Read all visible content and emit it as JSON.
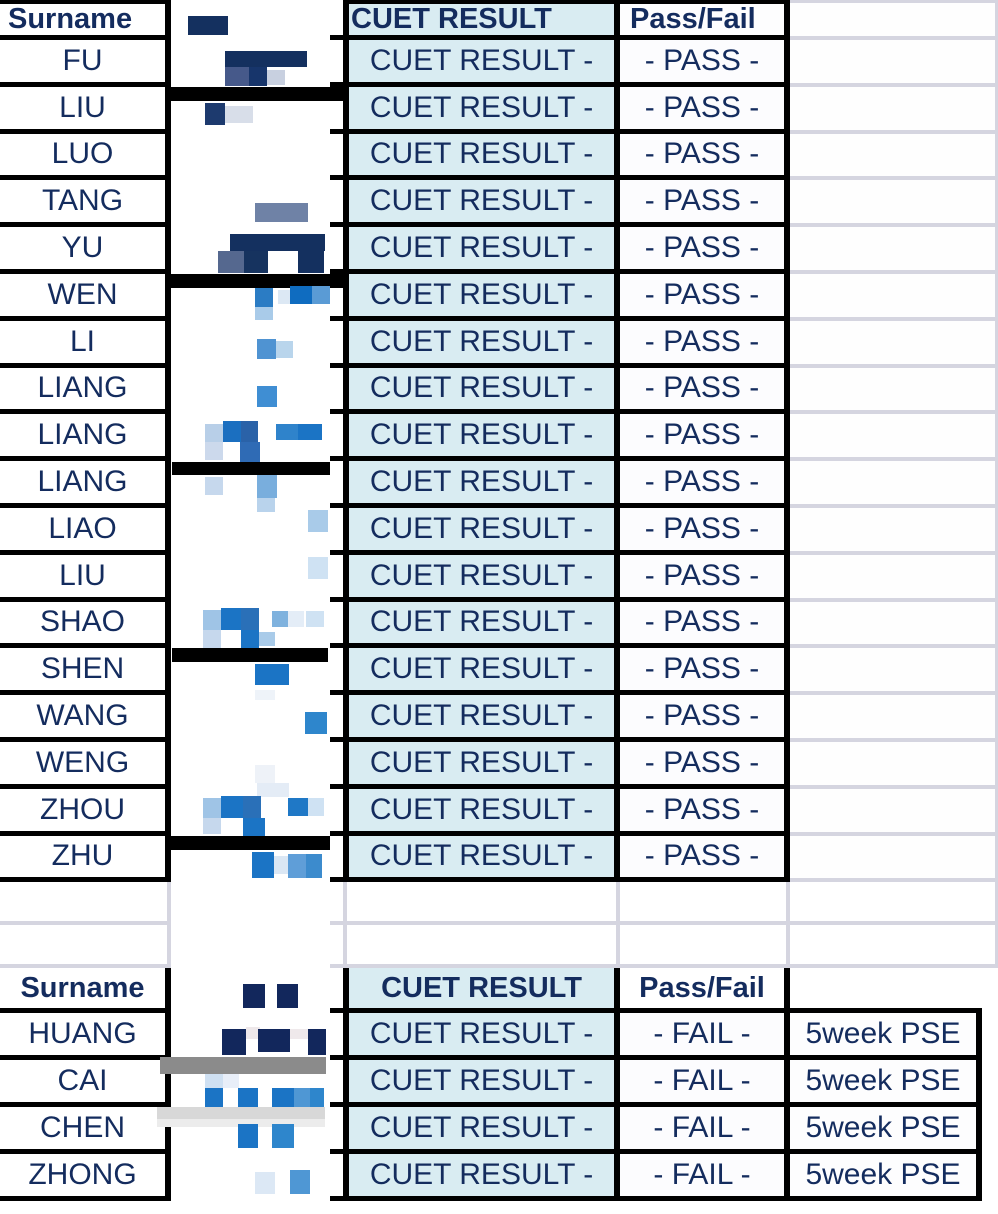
{
  "table1": {
    "header": {
      "surname": "Surname",
      "result": "CUET RESULT",
      "passfail": "Pass/Fail",
      "extra": ""
    },
    "rows": [
      {
        "surname": "FU",
        "result": "CUET RESULT -",
        "status": "- PASS -",
        "extra": ""
      },
      {
        "surname": "LIU",
        "result": "CUET RESULT -",
        "status": "- PASS -",
        "extra": ""
      },
      {
        "surname": "LUO",
        "result": "CUET RESULT -",
        "status": "- PASS -",
        "extra": ""
      },
      {
        "surname": "TANG",
        "result": "CUET RESULT -",
        "status": "- PASS -",
        "extra": ""
      },
      {
        "surname": "YU",
        "result": "CUET RESULT -",
        "status": "- PASS -",
        "extra": ""
      },
      {
        "surname": "WEN",
        "result": "CUET RESULT -",
        "status": "- PASS -",
        "extra": ""
      },
      {
        "surname": "LI",
        "result": "CUET RESULT -",
        "status": "- PASS -",
        "extra": ""
      },
      {
        "surname": "LIANG",
        "result": "CUET RESULT -",
        "status": "- PASS -",
        "extra": ""
      },
      {
        "surname": "LIANG",
        "result": "CUET RESULT -",
        "status": "- PASS -",
        "extra": ""
      },
      {
        "surname": "LIANG",
        "result": "CUET RESULT -",
        "status": "- PASS -",
        "extra": ""
      },
      {
        "surname": "LIAO",
        "result": "CUET RESULT -",
        "status": "- PASS -",
        "extra": ""
      },
      {
        "surname": "LIU",
        "result": "CUET RESULT -",
        "status": "- PASS -",
        "extra": ""
      },
      {
        "surname": "SHAO",
        "result": "CUET RESULT -",
        "status": "- PASS -",
        "extra": ""
      },
      {
        "surname": "SHEN",
        "result": "CUET RESULT -",
        "status": "- PASS -",
        "extra": ""
      },
      {
        "surname": "WANG",
        "result": "CUET RESULT -",
        "status": "- PASS -",
        "extra": ""
      },
      {
        "surname": "WENG",
        "result": "CUET RESULT -",
        "status": "- PASS -",
        "extra": ""
      },
      {
        "surname": "ZHOU",
        "result": "CUET RESULT -",
        "status": "- PASS -",
        "extra": ""
      },
      {
        "surname": "ZHU",
        "result": "CUET RESULT -",
        "status": "- PASS -",
        "extra": ""
      }
    ]
  },
  "table2": {
    "header": {
      "surname": "Surname",
      "result": "CUET RESULT",
      "passfail": "Pass/Fail",
      "extra": ""
    },
    "rows": [
      {
        "surname": "HUANG",
        "result": "CUET RESULT -",
        "status": "- FAIL -",
        "extra": "5week PSE"
      },
      {
        "surname": "CAI",
        "result": "CUET RESULT -",
        "status": "- FAIL -",
        "extra": "5week PSE"
      },
      {
        "surname": "CHEN",
        "result": "CUET RESULT -",
        "status": "- FAIL -",
        "extra": "5week PSE"
      },
      {
        "surname": "ZHONG",
        "result": "CUET RESULT -",
        "status": "- FAIL -",
        "extra": "5week PSE"
      }
    ]
  },
  "colors": {
    "text_navy": "#142c5e",
    "result_cell_bg": "#d9ecf2",
    "grid_black": "#000000",
    "light_separator": "#d5d5e0",
    "censor_gray_bar": "#8b8b8b"
  },
  "redaction": {
    "note": "pixelated privacy mosaic over given-names column",
    "blocks": [
      [
        188,
        16,
        40,
        19,
        "#14305f"
      ],
      [
        225,
        51,
        82,
        16,
        "#14305f"
      ],
      [
        225,
        67,
        24,
        19,
        "#46598a"
      ],
      [
        249,
        67,
        18,
        19,
        "#17356b"
      ],
      [
        267,
        70,
        18,
        15,
        "#c8d0e0"
      ],
      [
        168,
        87,
        176,
        14,
        "#000000"
      ],
      [
        205,
        103,
        20,
        22,
        "#1d3a6e"
      ],
      [
        225,
        106,
        28,
        17,
        "#d8dee9"
      ],
      [
        255,
        203,
        53,
        19,
        "#6f82a6"
      ],
      [
        230,
        234,
        95,
        17,
        "#14305f"
      ],
      [
        218,
        251,
        26,
        22,
        "#55688f"
      ],
      [
        244,
        251,
        24,
        22,
        "#16335f"
      ],
      [
        298,
        251,
        26,
        22,
        "#14305f"
      ],
      [
        165,
        274,
        178,
        14,
        "#000000"
      ],
      [
        255,
        288,
        18,
        19,
        "#2b7cc4"
      ],
      [
        290,
        286,
        22,
        18,
        "#0f6cc0"
      ],
      [
        312,
        286,
        18,
        18,
        "#5a9bd5"
      ],
      [
        255,
        307,
        18,
        13,
        "#a9cbe9"
      ],
      [
        278,
        290,
        12,
        14,
        "#dce8f4"
      ],
      [
        257,
        339,
        19,
        20,
        "#4f93d2"
      ],
      [
        276,
        341,
        17,
        17,
        "#b9d5ec"
      ],
      [
        257,
        386,
        20,
        21,
        "#3f8ed3"
      ],
      [
        205,
        424,
        18,
        18,
        "#b8cfe8"
      ],
      [
        223,
        421,
        18,
        21,
        "#1b6fc0"
      ],
      [
        241,
        421,
        17,
        21,
        "#2a62a8"
      ],
      [
        276,
        424,
        22,
        16,
        "#2f83cb"
      ],
      [
        298,
        424,
        24,
        16,
        "#1b74c5"
      ],
      [
        205,
        442,
        18,
        18,
        "#ccd9ec"
      ],
      [
        240,
        442,
        20,
        26,
        "#2f6bb5"
      ],
      [
        172,
        462,
        158,
        13,
        "#000000"
      ],
      [
        205,
        477,
        18,
        18,
        "#c6d8ed"
      ],
      [
        257,
        475,
        20,
        23,
        "#79aedd"
      ],
      [
        257,
        498,
        18,
        14,
        "#b9d3ec"
      ],
      [
        308,
        510,
        20,
        22,
        "#a9cbe9"
      ],
      [
        308,
        557,
        20,
        22,
        "#cfe2f3"
      ],
      [
        203,
        610,
        18,
        20,
        "#9fc4e6"
      ],
      [
        221,
        608,
        20,
        22,
        "#1b74c5"
      ],
      [
        241,
        608,
        18,
        22,
        "#2a70b8"
      ],
      [
        272,
        611,
        16,
        16,
        "#7fb2de"
      ],
      [
        288,
        611,
        16,
        16,
        "#e4edf7"
      ],
      [
        306,
        611,
        18,
        16,
        "#cfe2f3"
      ],
      [
        203,
        630,
        18,
        18,
        "#c6d8ed"
      ],
      [
        241,
        630,
        18,
        18,
        "#1b74c5"
      ],
      [
        259,
        632,
        16,
        14,
        "#a9cbe9"
      ],
      [
        172,
        648,
        156,
        14,
        "#000000"
      ],
      [
        255,
        664,
        34,
        21,
        "#1b74c5"
      ],
      [
        255,
        690,
        20,
        10,
        "#eef3f9"
      ],
      [
        305,
        712,
        22,
        22,
        "#2e86cc"
      ],
      [
        255,
        765,
        20,
        18,
        "#eef2f8"
      ],
      [
        257,
        783,
        32,
        14,
        "#e4ecf6"
      ],
      [
        203,
        798,
        18,
        20,
        "#9fc4e6"
      ],
      [
        221,
        796,
        22,
        22,
        "#1b74c5"
      ],
      [
        243,
        796,
        18,
        22,
        "#2a70b8"
      ],
      [
        288,
        798,
        20,
        18,
        "#1f78c6"
      ],
      [
        308,
        798,
        16,
        18,
        "#cfe2f3"
      ],
      [
        203,
        818,
        18,
        16,
        "#c6d8ed"
      ],
      [
        243,
        818,
        22,
        26,
        "#1b74c5"
      ],
      [
        170,
        836,
        160,
        14,
        "#000000"
      ],
      [
        252,
        852,
        22,
        26,
        "#1b74c5"
      ],
      [
        274,
        856,
        14,
        18,
        "#dbe7f4"
      ],
      [
        288,
        854,
        18,
        24,
        "#5f9ed8"
      ],
      [
        306,
        854,
        16,
        24,
        "#3c8bcd"
      ],
      [
        243,
        984,
        22,
        24,
        "#12275c"
      ],
      [
        277,
        984,
        21,
        24,
        "#12275c"
      ],
      [
        222,
        1029,
        24,
        26,
        "#12275c"
      ],
      [
        246,
        1027,
        14,
        12,
        "#eee8ea"
      ],
      [
        258,
        1029,
        32,
        23,
        "#12275c"
      ],
      [
        290,
        1029,
        18,
        10,
        "#efe9eb"
      ],
      [
        308,
        1029,
        18,
        26,
        "#12275c"
      ],
      [
        160,
        1057,
        166,
        17,
        "#8b8b8b"
      ],
      [
        205,
        1074,
        18,
        16,
        "#cfe0f2"
      ],
      [
        223,
        1074,
        16,
        14,
        "#e8eef8"
      ],
      [
        205,
        1088,
        18,
        20,
        "#1b74c5"
      ],
      [
        238,
        1088,
        20,
        20,
        "#1b74c5"
      ],
      [
        272,
        1088,
        22,
        20,
        "#1b74c5"
      ],
      [
        294,
        1088,
        16,
        20,
        "#4f97d4"
      ],
      [
        310,
        1088,
        14,
        20,
        "#2e86cc"
      ],
      [
        157,
        1107,
        168,
        12,
        "#d8d8d8"
      ],
      [
        157,
        1119,
        168,
        8,
        "#ececec"
      ],
      [
        238,
        1124,
        20,
        24,
        "#1b74c5"
      ],
      [
        272,
        1124,
        22,
        24,
        "#2e86cc"
      ],
      [
        255,
        1172,
        20,
        22,
        "#dce8f5"
      ],
      [
        290,
        1170,
        20,
        24,
        "#4f97d4"
      ]
    ]
  }
}
